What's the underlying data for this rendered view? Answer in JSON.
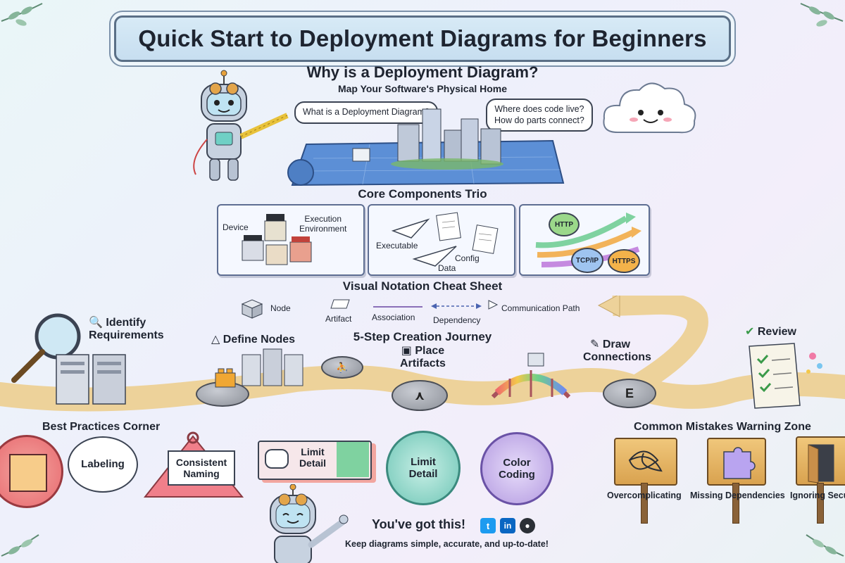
{
  "title": "Quick Start to Deployment Diagrams for Beginners",
  "intro": {
    "heading": "Why is a Deployment Diagram?",
    "subheading": "Map Your Software's Physical Home",
    "bubble_left": "What is a Deployment Diagram?",
    "bubble_right_line1": "Where does code live?",
    "bubble_right_line2": "How do parts connect?"
  },
  "core": {
    "heading": "Core Components Trio",
    "device_label": "Device",
    "execution_label_line1": "Execution",
    "execution_label_line2": "Environment",
    "executable_label": "Executable",
    "config_label": "Config",
    "data_label": "Data",
    "http_label": "HTTP",
    "tcpip_label": "TCP/IP",
    "https_label": "HTTPS"
  },
  "notation": {
    "heading": "Visual Notation Cheat Sheet",
    "node": "Node",
    "artifact": "Artifact",
    "association": "Association",
    "dependency": "Dependency",
    "communication_path": "Communication Path"
  },
  "journey": {
    "heading": "5-Step Creation Journey",
    "step1_line1": "Identify",
    "step1_line2": "Requirements",
    "step2": "Define Nodes",
    "step3_line1": "Place",
    "step3_line2": "Artifacts",
    "step4_line1": "Draw",
    "step4_line2": "Connections",
    "step5": "Review",
    "stone_mark": "E"
  },
  "best_practices": {
    "heading": "Best Practices Corner",
    "items": [
      "Labeling",
      "Consistent Naming",
      "Limit Detail",
      "Limit Detail",
      "Color Coding"
    ]
  },
  "mistakes": {
    "heading": "Common Mistakes Warning Zone",
    "items": [
      "Overcomplicating",
      "Missing Dependencies",
      "Ignoring Secu"
    ]
  },
  "footer": {
    "cheer": "You've got this!",
    "tagline": "Keep diagrams simple, accurate, and up-to-date!"
  },
  "colors": {
    "path": "#edd29a",
    "panel_border": "#5e6e92",
    "badge_red": "#e8686e",
    "badge_teal": "#6fc6b6",
    "badge_purple": "#b39ae0"
  },
  "icons": [
    "robot-icon",
    "cloud-icon",
    "magnifier-icon",
    "server-icon",
    "bridge-icon",
    "checklist-icon",
    "twitter-icon",
    "linkedin-icon",
    "github-icon"
  ]
}
